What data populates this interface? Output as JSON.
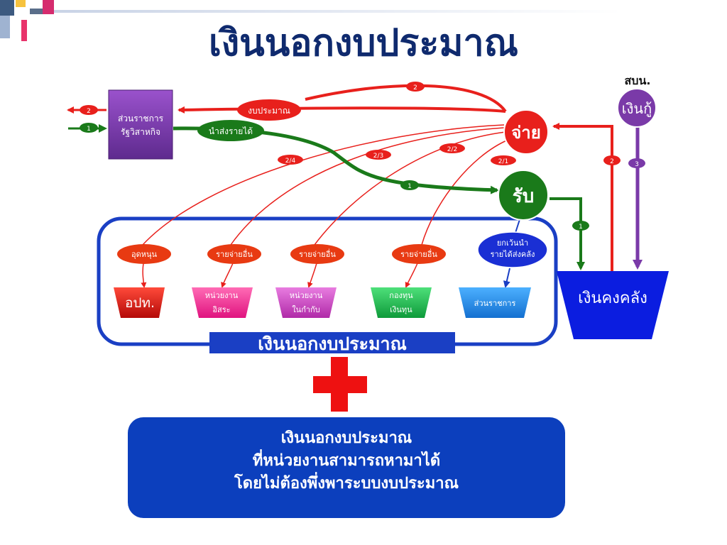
{
  "title": "เงินนอกงบประมาณ",
  "nodes": {
    "gov_enterprise": "ส่วนราชการ\nรัฐวิสาหกิจ",
    "pay": "จ่าย",
    "receive": "รับ",
    "loan": "เงินกู้",
    "loan_caption": "สบน.",
    "treasury": "เงินคงคลัง"
  },
  "edge_labels": {
    "budget": "งบประมาณ",
    "remit_revenue": "นำส่งรายได้",
    "except_remit": "ยกเว้นนำ\nรายได้ส่งคลัง"
  },
  "badges": {
    "b2_left": "2",
    "b1_left": "1",
    "b2_top": "2",
    "b24": "2/4",
    "b23": "2/3",
    "b22": "2/2",
    "b21": "2/1",
    "b1_mid": "1",
    "b2_right": "2",
    "b3_right": "3",
    "b1_treasury": "1"
  },
  "pills": {
    "subsidy": "อุดหนุน",
    "other1": "รายจ่ายอื่น",
    "other2": "รายจ่ายอื่น",
    "other3": "รายจ่ายอื่น"
  },
  "units": {
    "lgo": "อปท.",
    "independent": "หน่วยงาน\nอิสระ",
    "supervised": "หน่วยงาน\nในกำกับ",
    "revolving_fund": "กองทุน\nเงินทุน",
    "gov_agency": "ส่วนราชการ"
  },
  "group_label": "เงินนอกงบประมาณ",
  "bottom_box": {
    "line1": "เงินนอกงบประมาณ",
    "line2": "ที่หน่วยงานสามารถหามาได้",
    "line3": "โดยไม่ต้องพึ่งพาระบบงบประมาณ"
  },
  "colors": {
    "title": "#0f2a6e",
    "red": "#e8201c",
    "green": "#1a7a1a",
    "purple": "#7a3aa8",
    "treasury_blue": "#0b1de0",
    "group_border": "#1a3fc4",
    "bottom_box": "#0c3fbd"
  }
}
